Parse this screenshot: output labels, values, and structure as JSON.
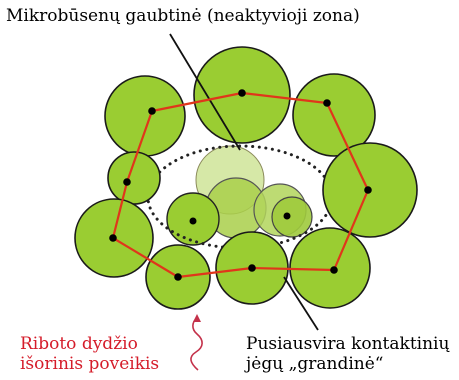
{
  "labels": {
    "hull": "Mikrobūsenų gaubtinė (neaktyvioji zona)",
    "force_line1": "Riboto dydžio",
    "force_line2": "išorinis poveikis",
    "chain_line1": "Pusiausvira kontaktinių",
    "chain_line2": "jėgų „grandinė“"
  },
  "colors": {
    "particle_fill": "#9acd32",
    "particle_stroke": "#1a1a1a",
    "inner_particle_fill": "#b8d96a",
    "chain_line": "#e0361b",
    "node": "#000000",
    "hull_dots": "#222222",
    "force_text": "#d51c2a",
    "wavy_arrow": "#c4314a"
  }
}
